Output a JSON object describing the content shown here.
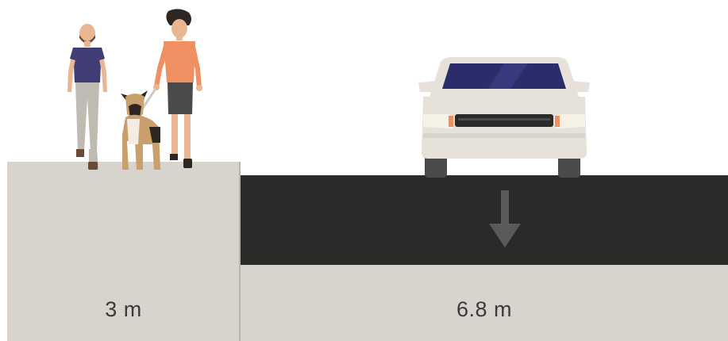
{
  "segments": [
    {
      "type": "sidewalk",
      "width_label": "3 m",
      "icons": [
        "pedestrian-icon",
        "pedestrian-with-dog-icon"
      ]
    },
    {
      "type": "drive-lane",
      "width_label": "6.8 m",
      "icons": [
        "car-front-icon",
        "direction-arrow-down-icon"
      ]
    }
  ],
  "colors": {
    "pavement": "#d8d3cc",
    "asphalt": "#2a2a28",
    "arrow": "#5a5a5a",
    "car_body": "#e6e2da",
    "windshield": "#2b2d6b",
    "pedestrian_shirt": "#3f3d73",
    "walker_shirt": "#f08f62",
    "dog": "#c9a06b"
  }
}
